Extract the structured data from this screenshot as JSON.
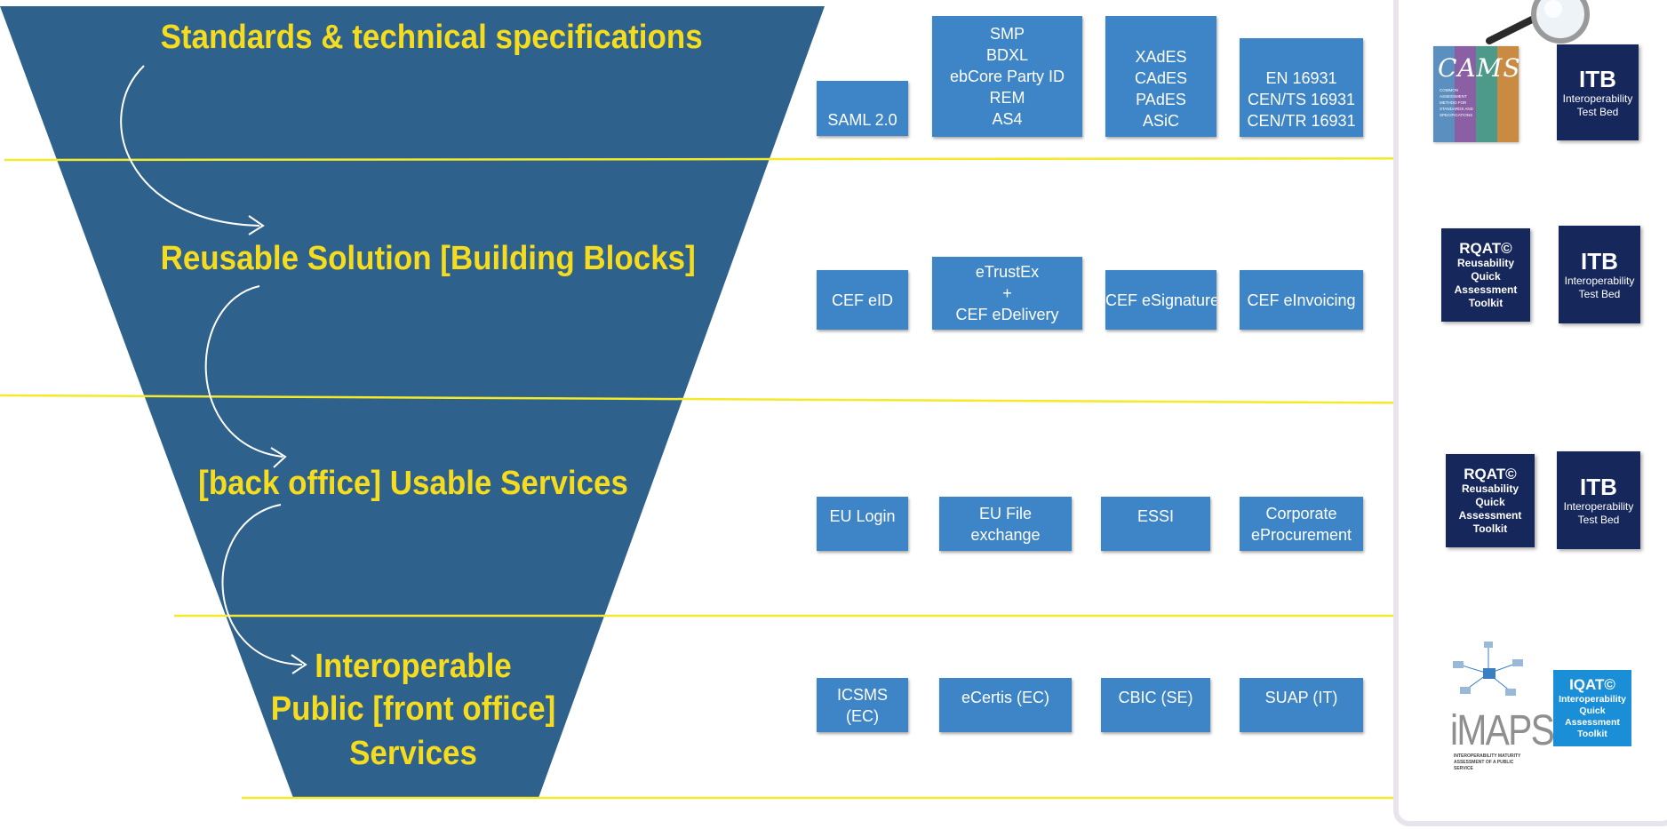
{
  "stages": [
    {
      "title": "Standards & technical specifications"
    },
    {
      "title": "Reusable Solution [Building Blocks]"
    },
    {
      "title": "[back office] Usable Services"
    },
    {
      "title_lines": [
        "Interoperable",
        "Public [front office]",
        "Services"
      ]
    }
  ],
  "rows": [
    {
      "boxes": [
        {
          "lines": [
            "SAML 2.0"
          ]
        },
        {
          "lines": [
            "SMP",
            "BDXL",
            "ebCore Party ID",
            "REM",
            "AS4"
          ]
        },
        {
          "lines": [
            "XAdES",
            "CAdES",
            "PAdES",
            "ASiC"
          ]
        },
        {
          "lines": [
            "EN 16931",
            "CEN/TS 16931",
            "CEN/TR 16931"
          ]
        }
      ]
    },
    {
      "boxes": [
        {
          "lines": [
            "CEF eID"
          ]
        },
        {
          "lines": [
            "eTrustEx",
            "+",
            "CEF eDelivery"
          ]
        },
        {
          "lines": [
            "CEF eSignature"
          ]
        },
        {
          "lines": [
            "CEF eInvoicing"
          ]
        }
      ]
    },
    {
      "boxes": [
        {
          "lines": [
            "EU Login"
          ]
        },
        {
          "lines": [
            "EU File",
            "exchange"
          ]
        },
        {
          "lines": [
            "ESSI"
          ]
        },
        {
          "lines": [
            "Corporate",
            "eProcurement"
          ]
        }
      ]
    },
    {
      "boxes": [
        {
          "lines": [
            "ICSMS",
            "(EC)"
          ]
        },
        {
          "lines": [
            "eCertis (EC)"
          ]
        },
        {
          "lines": [
            "CBIC (SE)"
          ]
        },
        {
          "lines": [
            "SUAP (IT)"
          ]
        }
      ]
    }
  ],
  "tools": {
    "camss": {
      "name": "CAMSS",
      "subtitle": "COMMON ASSESSMENT METHOD FOR STANDARDS AND SPECIFICATIONS"
    },
    "itb": {
      "title": "ITB",
      "sub1": "Interoperability",
      "sub2": "Test Bed"
    },
    "rqat": {
      "title": "RQAT©",
      "lines": [
        "Reusability",
        "Quick",
        "Assessment",
        "Toolkit"
      ]
    },
    "imaps": {
      "name": "iMAPS",
      "subtitle": "INTEROPERABILITY MATURITY ASSESSMENT OF A PUBLIC SERVICE"
    },
    "iqat": {
      "title": "IQAT©",
      "lines": [
        "Interoperability",
        "Quick",
        "Assessment",
        "Toolkit"
      ]
    }
  },
  "colors": {
    "funnel": "#2e618c",
    "title": "#f5dc1e",
    "box": "#3d85c6",
    "divider": "#f2ea2a",
    "tool_navy": "#16275c",
    "iqat": "#1a8fd8",
    "camss_stripes": [
      "#5a8fc0",
      "#8a5fa3",
      "#4e9a8a",
      "#c98a42"
    ]
  }
}
